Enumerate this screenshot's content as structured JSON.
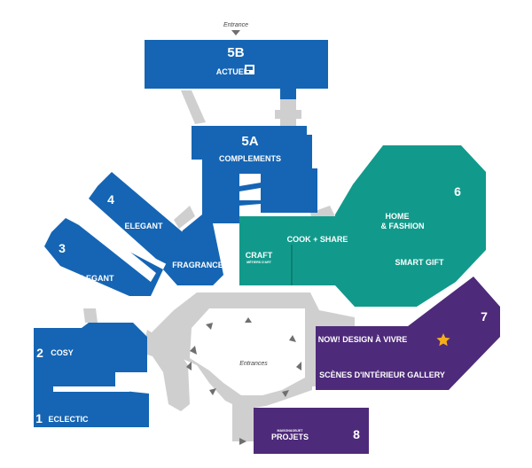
{
  "colors": {
    "blue": "#1565b4",
    "teal": "#119a8b",
    "purple": "#4e2a7a",
    "corridor": "#cfcfcf",
    "arrow": "#6f6f6f",
    "star": "#f4ae1c",
    "background": "#ffffff"
  },
  "entrance_top": "Entrance",
  "entrances_center": "Entrances",
  "halls": {
    "h5b": {
      "num": "5B",
      "label": "ACTUEL",
      "icon": "actuel-logo-icon"
    },
    "h5a": {
      "num": "5A",
      "label": "COMPLEMENTS"
    },
    "h4": {
      "num": "4",
      "label": "ELEGANT"
    },
    "h3": {
      "num": "3",
      "label": "ELEGANT"
    },
    "fragrances": {
      "label": "FRAGRANCES"
    },
    "h2": {
      "num": "2",
      "label": "COSY"
    },
    "h1": {
      "num": "1",
      "label": "ECLECTIC"
    },
    "craft": {
      "label": "CRAFT",
      "sub": "MÉTIERS D'ART"
    },
    "cook": {
      "label": "COOK + SHARE"
    },
    "h6": {
      "num": "6",
      "label_line1": "HOME",
      "label_line2": "& FASHION",
      "label2": "SMART GIFT"
    },
    "h7": {
      "num": "7",
      "label": "NOW! DESIGN À VIVRE",
      "label2": "SCÈNES D'INTÉRIEUR GALLERY",
      "icon": "star-icon"
    },
    "h8": {
      "num": "8",
      "small_line1": "MAISON&OBJET",
      "label": "PROJETS"
    }
  }
}
